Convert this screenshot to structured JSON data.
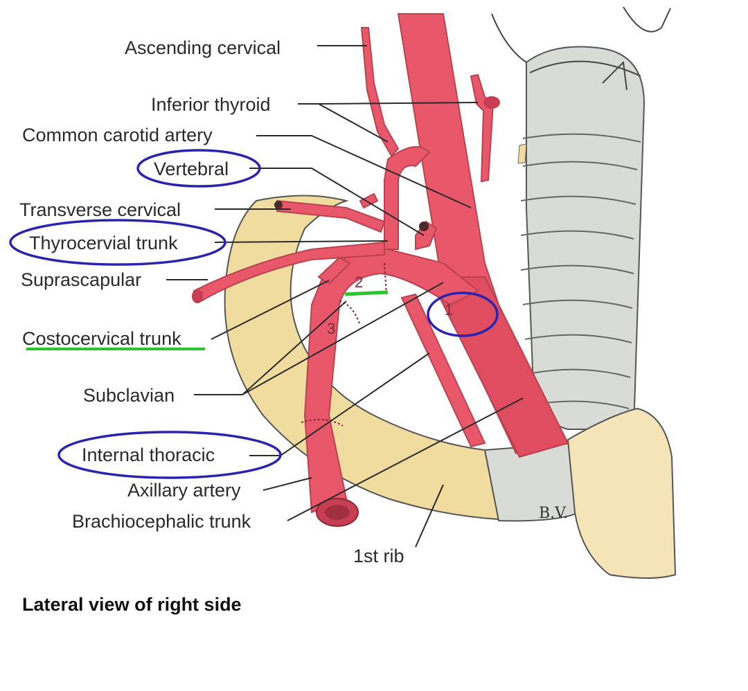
{
  "labels": {
    "ascending_cervical": "Ascending cervical",
    "inferior_thyroid": "Inferior thyroid",
    "common_carotid": "Common carotid artery",
    "vertebral": "Vertebral",
    "transverse_cervical": "Transverse cervical",
    "thyrocervical_trunk": "Thyrocervial trunk",
    "suprascapular": "Suprascapular",
    "costocervical_trunk": "Costocervical trunk",
    "subclavian": "Subclavian",
    "internal_thoracic": "Internal thoracic",
    "axillary_artery": "Axillary artery",
    "brachiocephalic_trunk": "Brachiocephalic trunk",
    "first_rib": "1st rib"
  },
  "parts": {
    "p1": "1",
    "p2": "2",
    "p3": "3"
  },
  "caption": "Lateral view of right side",
  "signature": "B.V.",
  "colors": {
    "artery": "#e8586a",
    "artery_dark": "#c73e52",
    "bone": "#f1dca0",
    "cartilage": "#d9dcd6",
    "annotation_circle": "#2a23b0",
    "annotation_underline": "#2ec42e"
  }
}
